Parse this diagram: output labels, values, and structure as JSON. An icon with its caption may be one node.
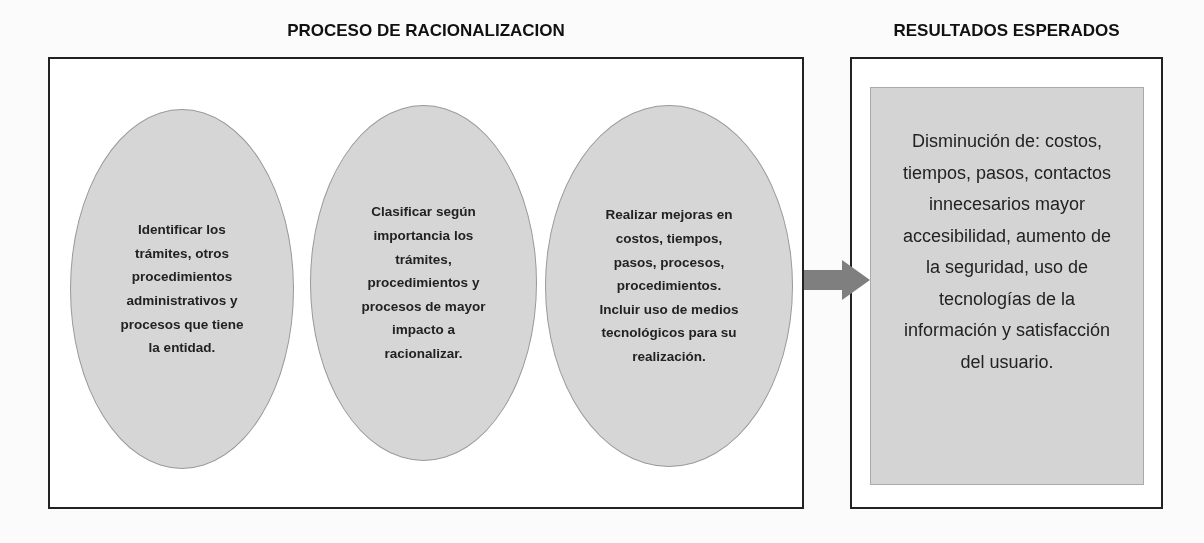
{
  "diagram": {
    "nodes": [
      {
        "text": [
          "PROCESO DE RACIONALIZACION"
        ]
      },
      {
        "text": [
          "Identificar los trámites, otros procedimientos administrativos y procesos que tiene la entidad."
        ],
        "in": 0
      },
      {
        "text": [
          "Clasificar según importancia los trámites, procedimientos y procesos de mayor impacto a racionalizar."
        ],
        "in": 0
      },
      {
        "text": [
          "Realizar mejoras en costos, tiempos, pasos, procesos, procedimientos. Incluir uso de medios tecnológicos para su realización."
        ],
        "in": 0
      },
      {
        "text": [
          "RESULTADOS ESPERADOS"
        ]
      },
      {
        "text": [
          "Disminución de: costos, tiempos, pasos, contactos innecesarios mayor accesibilidad, aumento de la seguridad, uso de tecnologías de la información y satisfacción del usuario."
        ],
        "in": 4
      }
    ],
    "edges": [
      {
        "from": 0,
        "to": 5,
        "arrow": "to"
      }
    ]
  }
}
